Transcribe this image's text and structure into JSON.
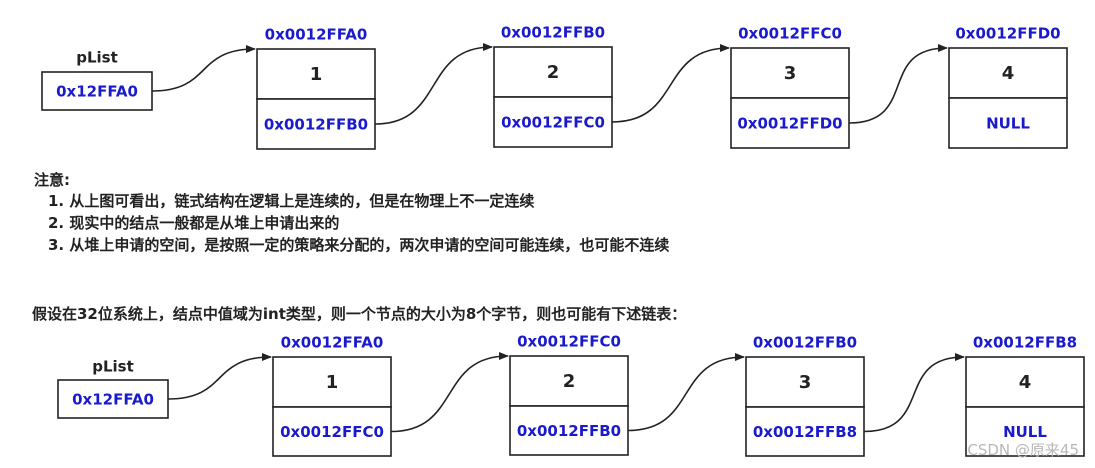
{
  "diagram1": {
    "pointer": {
      "name": "pList",
      "value": "0x12FFA0"
    },
    "nodes": [
      {
        "address": "0x0012FFA0",
        "data": "1",
        "next": "0x0012FFB0"
      },
      {
        "address": "0x0012FFB0",
        "data": "2",
        "next": "0x0012FFC0"
      },
      {
        "address": "0x0012FFC0",
        "data": "3",
        "next": "0x0012FFD0"
      },
      {
        "address": "0x0012FFD0",
        "data": "4",
        "next": "NULL"
      }
    ]
  },
  "notes": {
    "title": "注意:",
    "items": [
      "1. 从上图可看出，链式结构在逻辑上是连续的，但是在物理上不一定连续",
      "2. 现实中的结点一般都是从堆上申请出来的",
      "3. 从堆上申请的空间，是按照一定的策略来分配的，两次申请的空间可能连续，也可能不连续"
    ]
  },
  "assumption": "假设在32位系统上，结点中值域为int类型，则一个节点的大小为8个字节，则也可能有下述链表：",
  "diagram2": {
    "pointer": {
      "name": "pList",
      "value": "0x12FFA0"
    },
    "nodes": [
      {
        "address": "0x0012FFA0",
        "data": "1",
        "next": "0x0012FFC0"
      },
      {
        "address": "0x0012FFC0",
        "data": "2",
        "next": "0x0012FFB0"
      },
      {
        "address": "0x0012FFB0",
        "data": "3",
        "next": "0x0012FFB8"
      },
      {
        "address": "0x0012FFB8",
        "data": "4",
        "next": "NULL"
      }
    ]
  },
  "watermark": "CSDN @原来45"
}
